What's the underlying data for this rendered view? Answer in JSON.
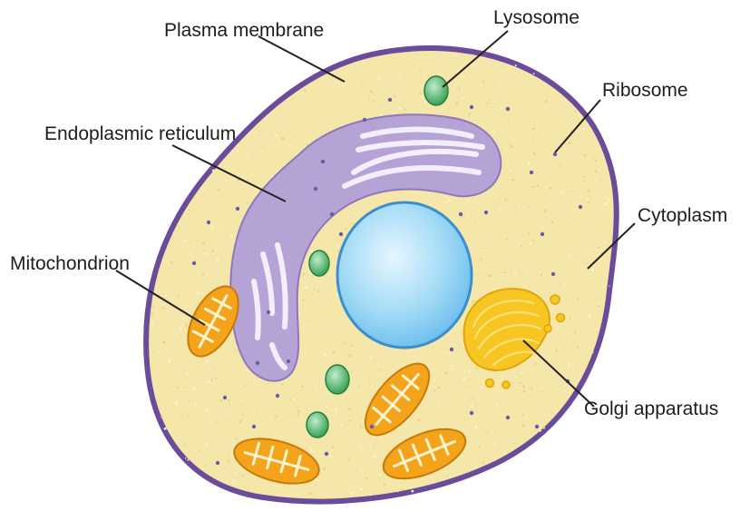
{
  "labels": {
    "plasma_membrane": "Plasma membrane",
    "lysosome": "Lysosome",
    "ribosome": "Ribosome",
    "endoplasmic_reticulum": "Endoplasmic reticulum",
    "cytoplasm": "Cytoplasm",
    "mitochondrion": "Mitochondrion",
    "golgi_apparatus": "Golgi apparatus"
  },
  "colors": {
    "membrane": "#6a4c9a",
    "cytoplasm": "#f4e7a9",
    "er": "#b5a3d6",
    "er_dark": "#8e77bd",
    "nucleus": "#8fd0f2",
    "nucleus_edge": "#3b8fcf",
    "mitochondrion": "#f3a41b",
    "mitochondrion_edge": "#c77a0a",
    "golgi": "#f7c623",
    "lysosome": "#3aa55a",
    "ribosome": "#6c5aa8"
  }
}
